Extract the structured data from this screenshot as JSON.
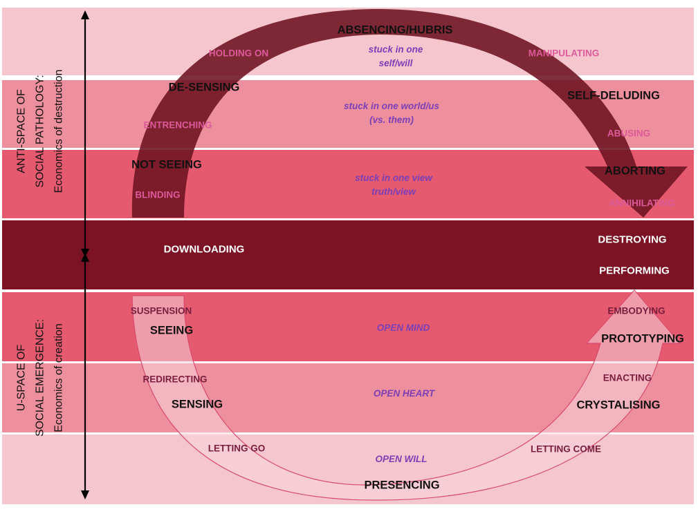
{
  "colors": {
    "band_light": "#f6c6cf",
    "band_mid": "#ee8f9d",
    "band_strong": "#e55a6f",
    "band_dark": "#7b1325",
    "arrow_dark": "#6d1220",
    "arrow_light": "#f7d5dc",
    "text_pink": "#dd5a9a",
    "text_maroon": "#7a1d3f",
    "text_purple": "#7b3fb6"
  },
  "axis_labels": {
    "upper_title": "ANTI-SPACE OF",
    "upper_line2": "SOCIAL PATHOLOGY:",
    "upper_line3": "Economics of destruction",
    "lower_title": "U-SPACE OF",
    "lower_line2": "SOCIAL EMERGENCE:",
    "lower_line3": "Economics of creation"
  },
  "anti_space": {
    "top": "ABSENCING/HUBRIS",
    "left_stages": [
      "DE-SENSING",
      "NOT SEEING"
    ],
    "right_stages": [
      "SELF-DELUDING",
      "ABORTING"
    ],
    "left_moves": [
      "HOLDING ON",
      "ENTRENCHING",
      "BLINDING"
    ],
    "right_moves": [
      "MANIPULATING",
      "ABUSING",
      "ANNIHILATING"
    ],
    "center": [
      "stuck in one\nself/will",
      "stuck in one world/us\n(vs. them)",
      "stuck in one view\ntruth/view"
    ]
  },
  "middle": {
    "left": "DOWNLOADING",
    "right_top": "DESTROYING",
    "right_bottom": "PERFORMING"
  },
  "u_space": {
    "bottom": "PRESENCING",
    "left_stages": [
      "SEEING",
      "SENSING"
    ],
    "right_stages": [
      "PROTOTYPING",
      "CRYSTALISING"
    ],
    "left_moves": [
      "SUSPENSION",
      "REDIRECTING",
      "LETTING GO"
    ],
    "right_moves": [
      "EMBODYING",
      "ENACTING",
      "LETTING COME"
    ],
    "center": [
      "OPEN MIND",
      "OPEN HEART",
      "OPEN WILL"
    ]
  }
}
